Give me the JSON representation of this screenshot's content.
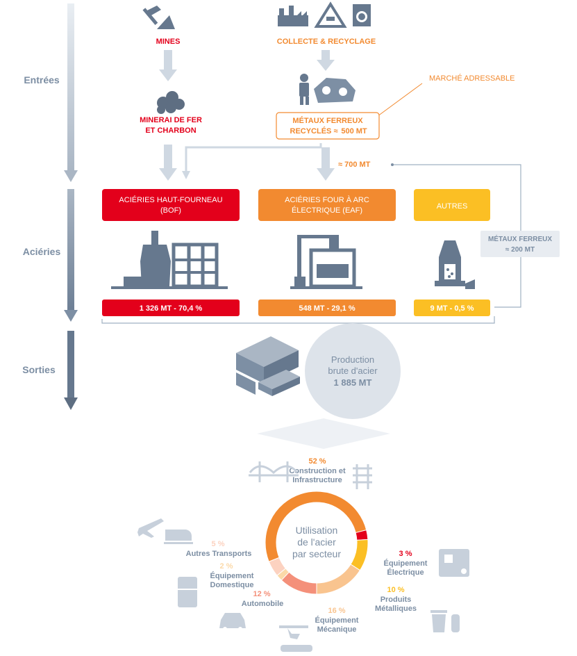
{
  "stages": {
    "inputs": "Entrées",
    "steelworks": "Aciéries",
    "outputs": "Sorties"
  },
  "inputs": {
    "mines": "MINES",
    "collect": "COLLECTE & RECYCLAGE",
    "ore_line1": "MINERAI DE FER",
    "ore_line2": "ET CHARBON",
    "scrap_line1": "MÉTAUX FERREUX",
    "scrap_line2_prefix": "RECYCLÉS ≈",
    "scrap_line2_value": "500 MT",
    "market_label": "MARCHÉ ADRESSABLE",
    "flow_700": "≈ 700 MT",
    "side_scrap_line1": "MÉTAUX FERREUX",
    "side_scrap_line2": "≈ 200 MT"
  },
  "steelworks": {
    "bof_line1": "ACIÉRIES HAUT-FOURNEAU",
    "bof_line2": "(BOF)",
    "eaf_line1": "ACIÉRIES FOUR À ARC",
    "eaf_line2": "ÉLECTRIQUE (EAF)",
    "others": "AUTRES",
    "bof_value": "1 326 MT - 70,4 %",
    "eaf_value": "548 MT - 29,1 %",
    "others_value": "9 MT - 0,5 %"
  },
  "outputs": {
    "production_line1": "Production",
    "production_line2": "brute d'acier",
    "production_value": "1 885 MT"
  },
  "usage": {
    "center_line1": "Utilisation",
    "center_line2": "de l'acier",
    "center_line3": "par secteur",
    "sectors": [
      {
        "pct": "52 %",
        "line1": "Construction et",
        "line2": "Infrastructure",
        "share": 52,
        "color": "#f28a30"
      },
      {
        "pct": "3 %",
        "line1": "Équipement",
        "line2": "Électrique",
        "share": 3,
        "color": "#e3001b"
      },
      {
        "pct": "10 %",
        "line1": "Produits",
        "line2": "Métalliques",
        "share": 10,
        "color": "#fbbf24"
      },
      {
        "pct": "16 %",
        "line1": "Équipement",
        "line2": "Mécanique",
        "share": 16,
        "color": "#f9c48f"
      },
      {
        "pct": "12 %",
        "line1": "Automobile",
        "line2": "",
        "share": 12,
        "color": "#f4907a"
      },
      {
        "pct": "2 %",
        "line1": "Équipement",
        "line2": "Domestique",
        "share": 2,
        "color": "#fbd9a8"
      },
      {
        "pct": "5 %",
        "line1": "Autres Transports",
        "line2": "",
        "share": 5,
        "color": "#fcd2c0"
      }
    ]
  },
  "colors": {
    "red": "#e3001b",
    "orange": "#f28a30",
    "yellow": "#fbbf24",
    "slate": "#5e6e82",
    "light_slate": "#9fb0c2",
    "arrow_grey": "#cfd8e2",
    "pale": "#e8ecf1"
  },
  "icons": [
    "pickaxe-icon",
    "factory-icon",
    "recycle-icon",
    "washing-machine-icon",
    "ore-rocks-icon",
    "worker-scrap-icon",
    "bof-plant-icon",
    "eaf-plant-icon",
    "converter-icon",
    "steel-beams-icon",
    "bridge-icon",
    "rail-icon",
    "plane-icon",
    "train-icon",
    "fridge-icon",
    "car-icon",
    "robot-arm-icon",
    "trash-icon",
    "appliance-icon"
  ]
}
